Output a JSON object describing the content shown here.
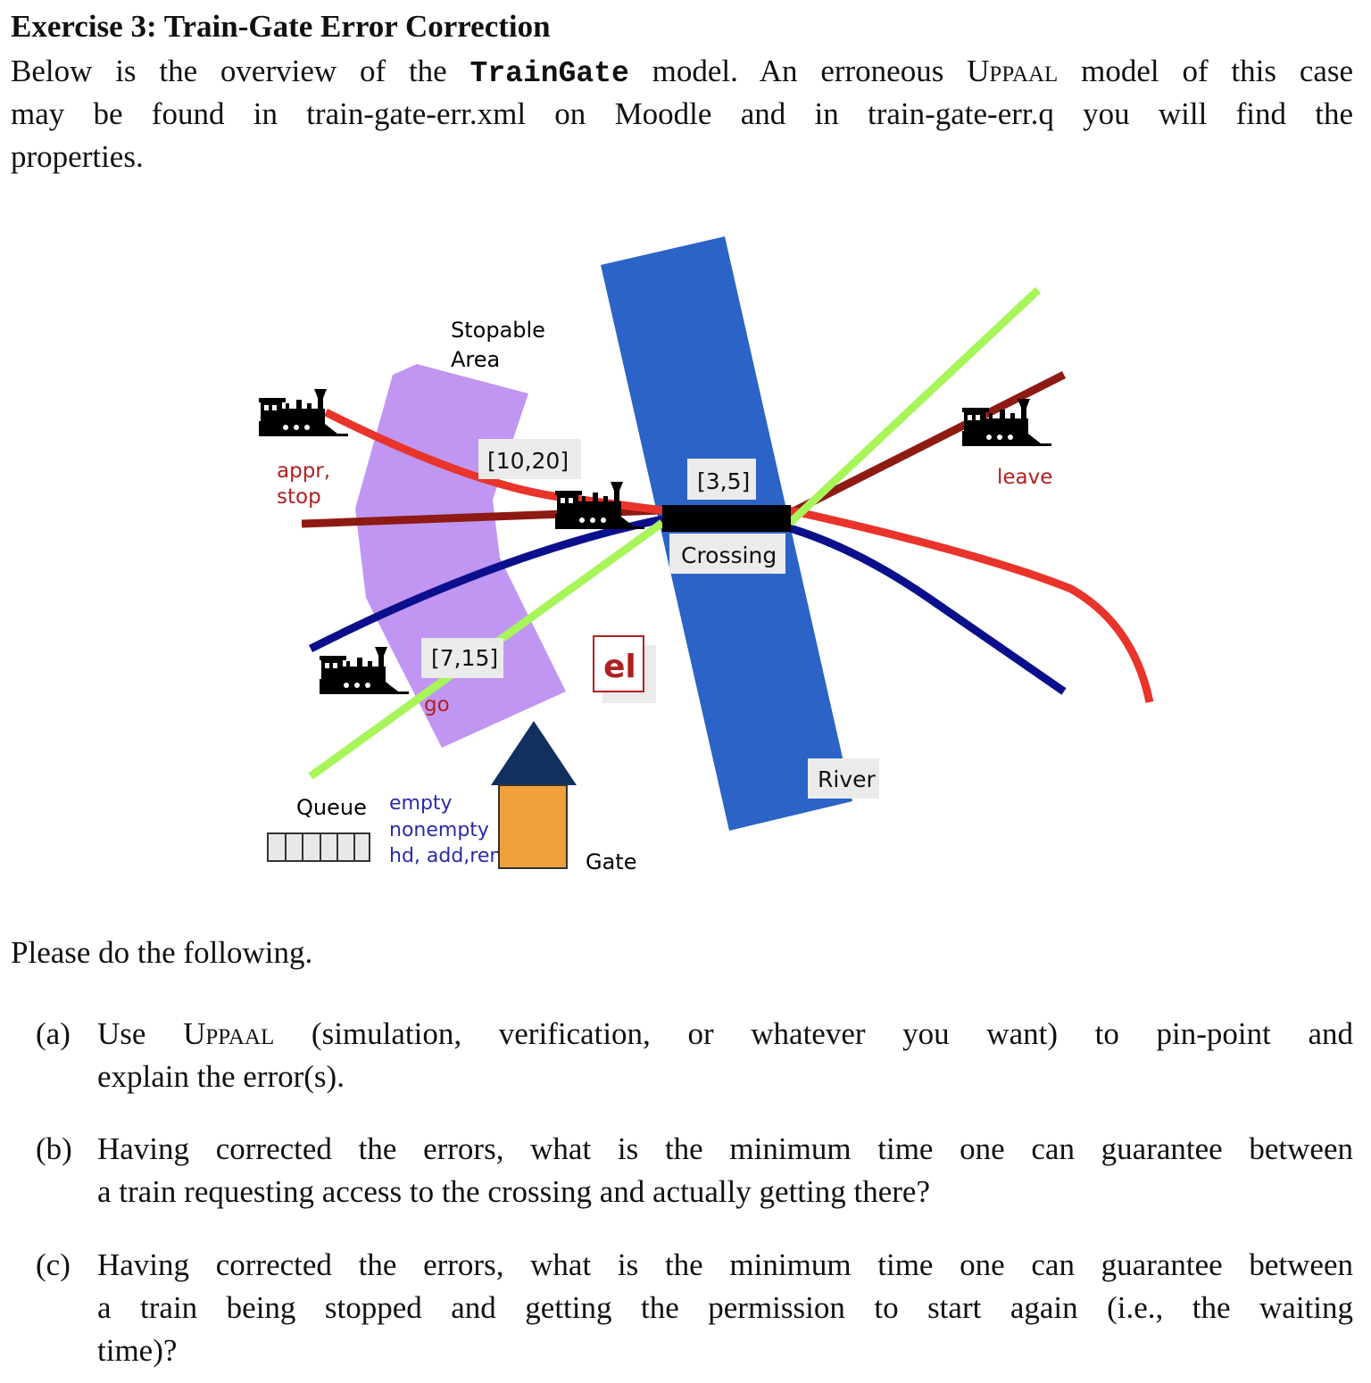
{
  "title": "Exercise 3:  Train-Gate Error Correction",
  "intro": {
    "l1_a": "Below is the overview of the",
    "l1_code": "TrainGate",
    "l1_b": "model.  An erroneous",
    "l1_uppaal": "Uppaal",
    "l1_c": "model of this case",
    "l2": "may be found in train-gate-err.xml on Moodle and in train-gate-err.q you will find the",
    "l3": "properties."
  },
  "diagram": {
    "stopable_l1": "Stopable",
    "stopable_l2": "Area",
    "appr": "appr,",
    "stop": "stop",
    "interval_approach": "[10,20]",
    "interval_cross": "[3,5]",
    "crossing": "Crossing",
    "interval_go": "[7,15]",
    "go": "go",
    "el": "el",
    "leave": "leave",
    "river": "River",
    "queue": "Queue",
    "queue_ops": [
      "empty",
      "nonempty",
      "hd, add,rem"
    ],
    "gate": "Gate",
    "colors": {
      "river": "#2b63c7",
      "stopable": "#c096f2",
      "red": "#e8342a",
      "darkred": "#8e1a14",
      "navy": "#0b0f8c",
      "green": "#a8f55a",
      "gate_roof": "#12305e",
      "gate_body": "#f0a03a"
    }
  },
  "please": "Please do the following.",
  "items": [
    {
      "label": "(a)",
      "lines": [
        "Use",
        "Uppaal",
        "(simulation, verification, or whatever you want) to pin-point and",
        "explain the error(s)."
      ]
    },
    {
      "label": "(b)",
      "lines": [
        "Having corrected the errors, what is the minimum time one can guarantee between",
        "a train requesting access to the crossing and actually getting there?"
      ]
    },
    {
      "label": "(c)",
      "lines": [
        "Having corrected the errors, what is the minimum time one can guarantee between",
        "a train being stopped and getting the permission to start again (i.e., the waiting",
        "time)?"
      ]
    }
  ]
}
